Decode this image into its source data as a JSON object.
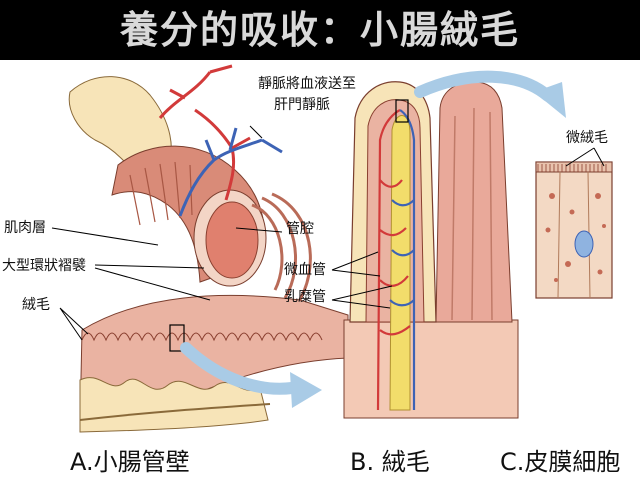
{
  "title": "養分的吸收：小腸絨毛",
  "labels": {
    "vein_line1": "靜脈將血液送至",
    "vein_line2": "肝門靜脈",
    "muscle_layer": "肌肉層",
    "lumen": "管腔",
    "circular_folds": "大型環狀褶襞",
    "villi": "絨毛",
    "capillary": "微血管",
    "lacteal": "乳糜管",
    "microvilli": "微絨毛"
  },
  "captions": {
    "a": "A.小腸管壁",
    "b": "B. 絨毛",
    "c": "C.皮膜細胞"
  },
  "colors": {
    "title_background": "#000000",
    "title_text": "#d9d9d9",
    "arrow": "#a9cbe6",
    "vessel_red": "#d23a3a",
    "vessel_blue": "#3d63b5",
    "lacteal_yellow": "#f2dd6b",
    "tissue_pink": "#e9a99a",
    "tissue_cream": "#f7e4b8"
  }
}
